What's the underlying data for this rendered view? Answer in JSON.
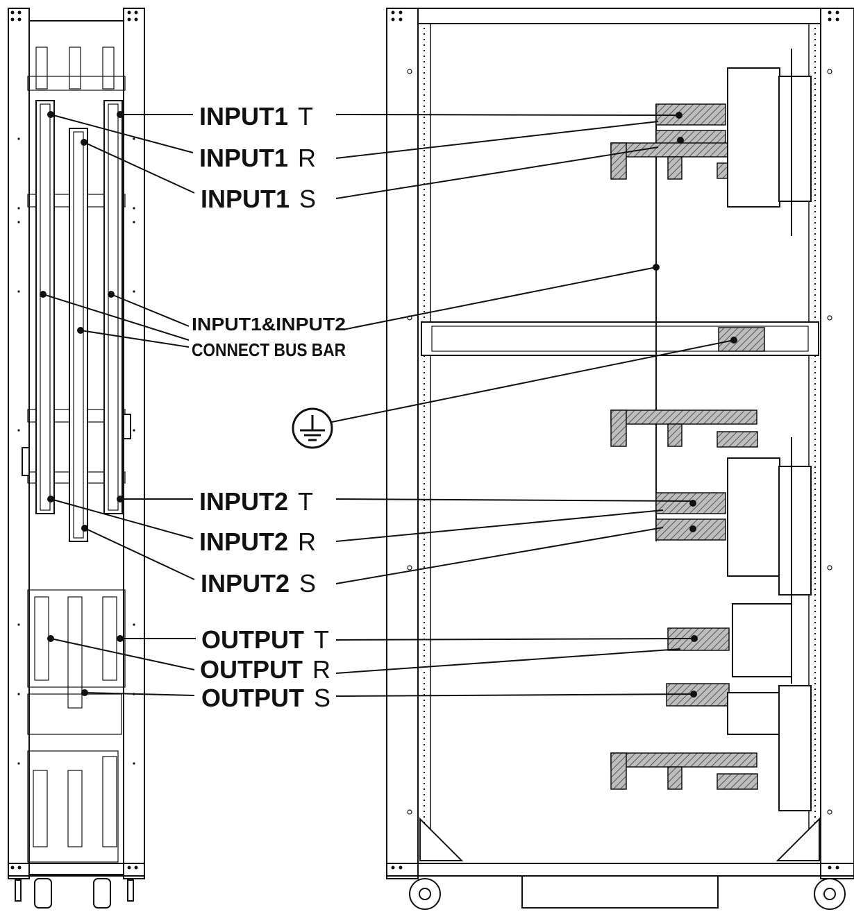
{
  "diagram": {
    "labels": {
      "input1_t": {
        "name": "INPUT1",
        "phase": "T"
      },
      "input1_r": {
        "name": "INPUT1",
        "phase": "R"
      },
      "input1_s": {
        "name": "INPUT1",
        "phase": "S"
      },
      "connect_line1": "INPUT1&INPUT2",
      "connect_line2": "CONNECT BUS BAR",
      "input2_t": {
        "name": "INPUT2",
        "phase": "T"
      },
      "input2_r": {
        "name": "INPUT2",
        "phase": "R"
      },
      "input2_s": {
        "name": "INPUT2",
        "phase": "S"
      },
      "output_t": {
        "name": "OUTPUT",
        "phase": "T"
      },
      "output_r": {
        "name": "OUTPUT",
        "phase": "R"
      },
      "output_s": {
        "name": "OUTPUT",
        "phase": "S"
      }
    },
    "icons": {
      "ground": "ground-symbol-icon"
    }
  }
}
